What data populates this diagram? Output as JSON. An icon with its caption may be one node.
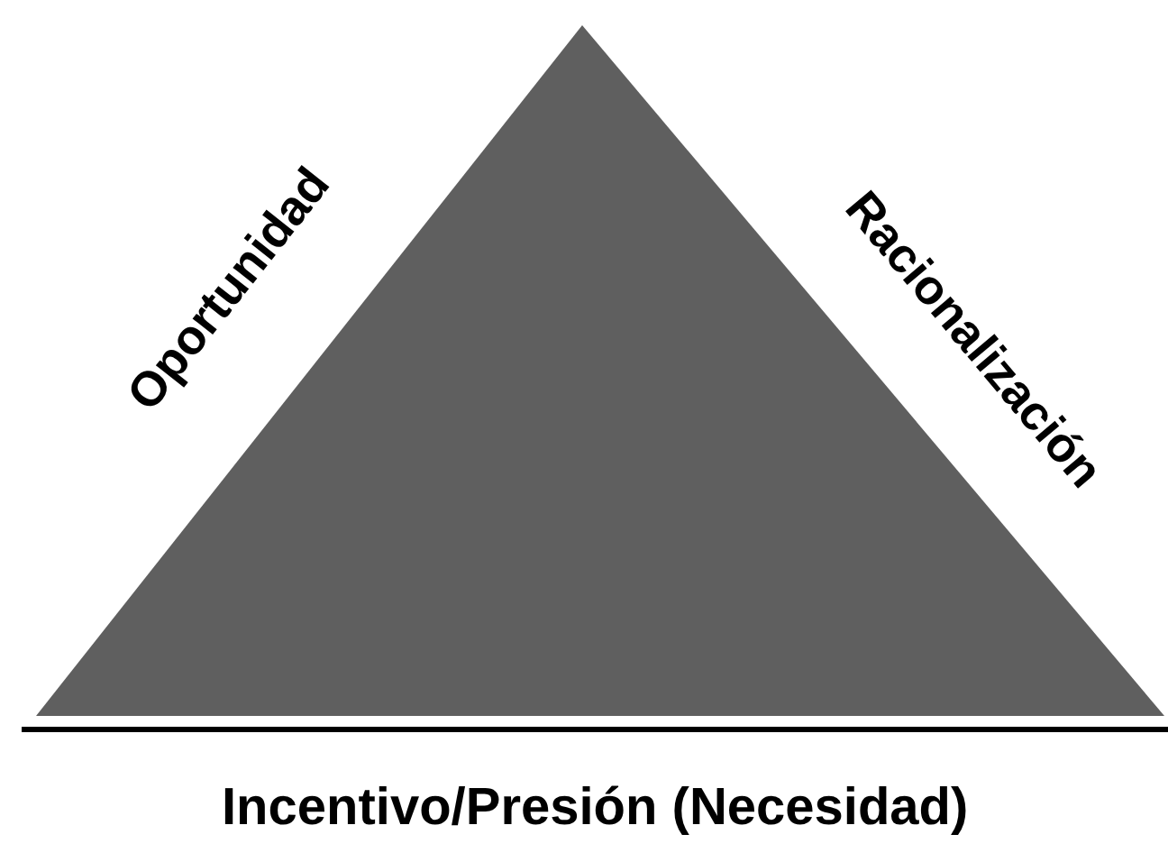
{
  "diagram": {
    "labels": [
      "Oportunidad",
      "Racionalización",
      "Incentivo/Presión (Necesidad)"
    ]
  }
}
